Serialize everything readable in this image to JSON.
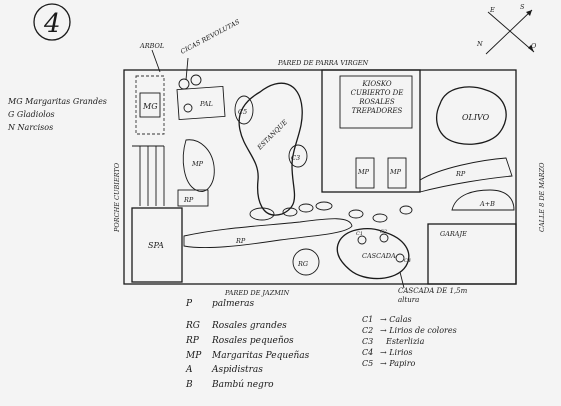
{
  "plan_number": "4",
  "compass": {
    "north": "N",
    "south": "S",
    "east": "E",
    "west": "O"
  },
  "side_legend": [
    "MG Margaritas Grandes",
    "G Gladiolos",
    "N Narcisos"
  ],
  "walls": {
    "top": "PARED DE PARRA VIRGEN",
    "bottom": "PARED DE JAZMIN",
    "left": "PORCHE CUBIERTO",
    "right": "CALLE 8 DE MARZO"
  },
  "callouts": {
    "arbol": "ARBOL",
    "cicas": "CICAS REVOLUTAS"
  },
  "areas": {
    "kiosko": "KIOSKO CUBIERTO DE ROSALES TREPADORES",
    "olivo": "OLIVO",
    "estanque": "ESTANQUE",
    "spa": "SPA",
    "garaje": "GARAJE",
    "cascada": "CASCADA",
    "cascada_note": "CASCADA DE 1,5m altura"
  },
  "codes": {
    "mg": "MG",
    "pal": "PAL",
    "c5": "C5",
    "c3": "C3",
    "mp": "MP",
    "rp": "RP",
    "rg": "RG",
    "ab": "A+B",
    "c1": "C1",
    "c2": "C2",
    "c4": "C4"
  },
  "legend": [
    {
      "code": "P",
      "text": "palmeras"
    },
    {
      "code": "RG",
      "text": "Rosales grandes"
    },
    {
      "code": "RP",
      "text": "Rosales pequeños"
    },
    {
      "code": "MP",
      "text": "Margaritas Pequeñas"
    },
    {
      "code": "A",
      "text": "Aspidistras"
    },
    {
      "code": "B",
      "text": "Bambú negro"
    }
  ],
  "c_legend": [
    {
      "code": "C1",
      "text": "→ Calas"
    },
    {
      "code": "C2",
      "text": "→ Lirios de colores"
    },
    {
      "code": "C3",
      "text": "Esterlizia"
    },
    {
      "code": "C4",
      "text": "→ Lirios"
    },
    {
      "code": "C5",
      "text": "→ Papiro"
    }
  ]
}
